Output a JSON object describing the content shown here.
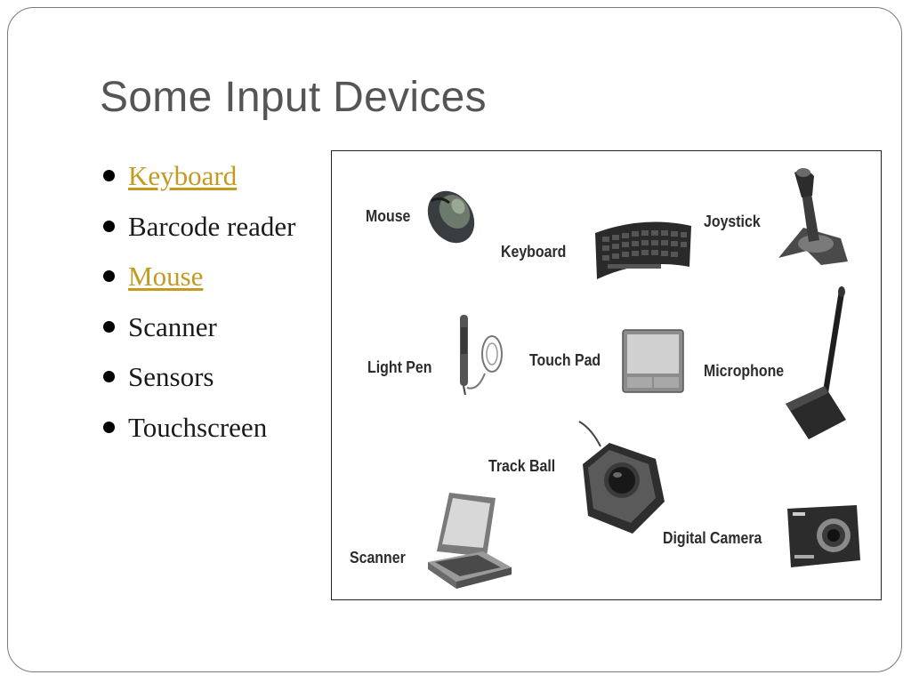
{
  "slide": {
    "title": "Some Input Devices",
    "bullets": [
      {
        "label": "Keyboard",
        "link": true
      },
      {
        "label": "Barcode reader",
        "link": false
      },
      {
        "label": "Mouse",
        "link": true
      },
      {
        "label": "Scanner",
        "link": false
      },
      {
        "label": "Sensors",
        "link": false
      },
      {
        "label": "Touchscreen",
        "link": false
      }
    ],
    "colors": {
      "title": "#555555",
      "link": "#c39a22",
      "text": "#1a1a1a"
    }
  },
  "figure": {
    "labels": {
      "mouse": "Mouse",
      "keyboard": "Keyboard",
      "joystick": "Joystick",
      "light_pen": "Light Pen",
      "touch_pad": "Touch Pad",
      "microphone": "Microphone",
      "track_ball": "Track Ball",
      "digital_camera": "Digital Camera",
      "scanner": "Scanner"
    },
    "icons": [
      "mouse-icon",
      "keyboard-icon",
      "joystick-icon",
      "light-pen-icon",
      "touch-pad-icon",
      "microphone-icon",
      "track-ball-icon",
      "digital-camera-icon",
      "scanner-icon"
    ]
  }
}
